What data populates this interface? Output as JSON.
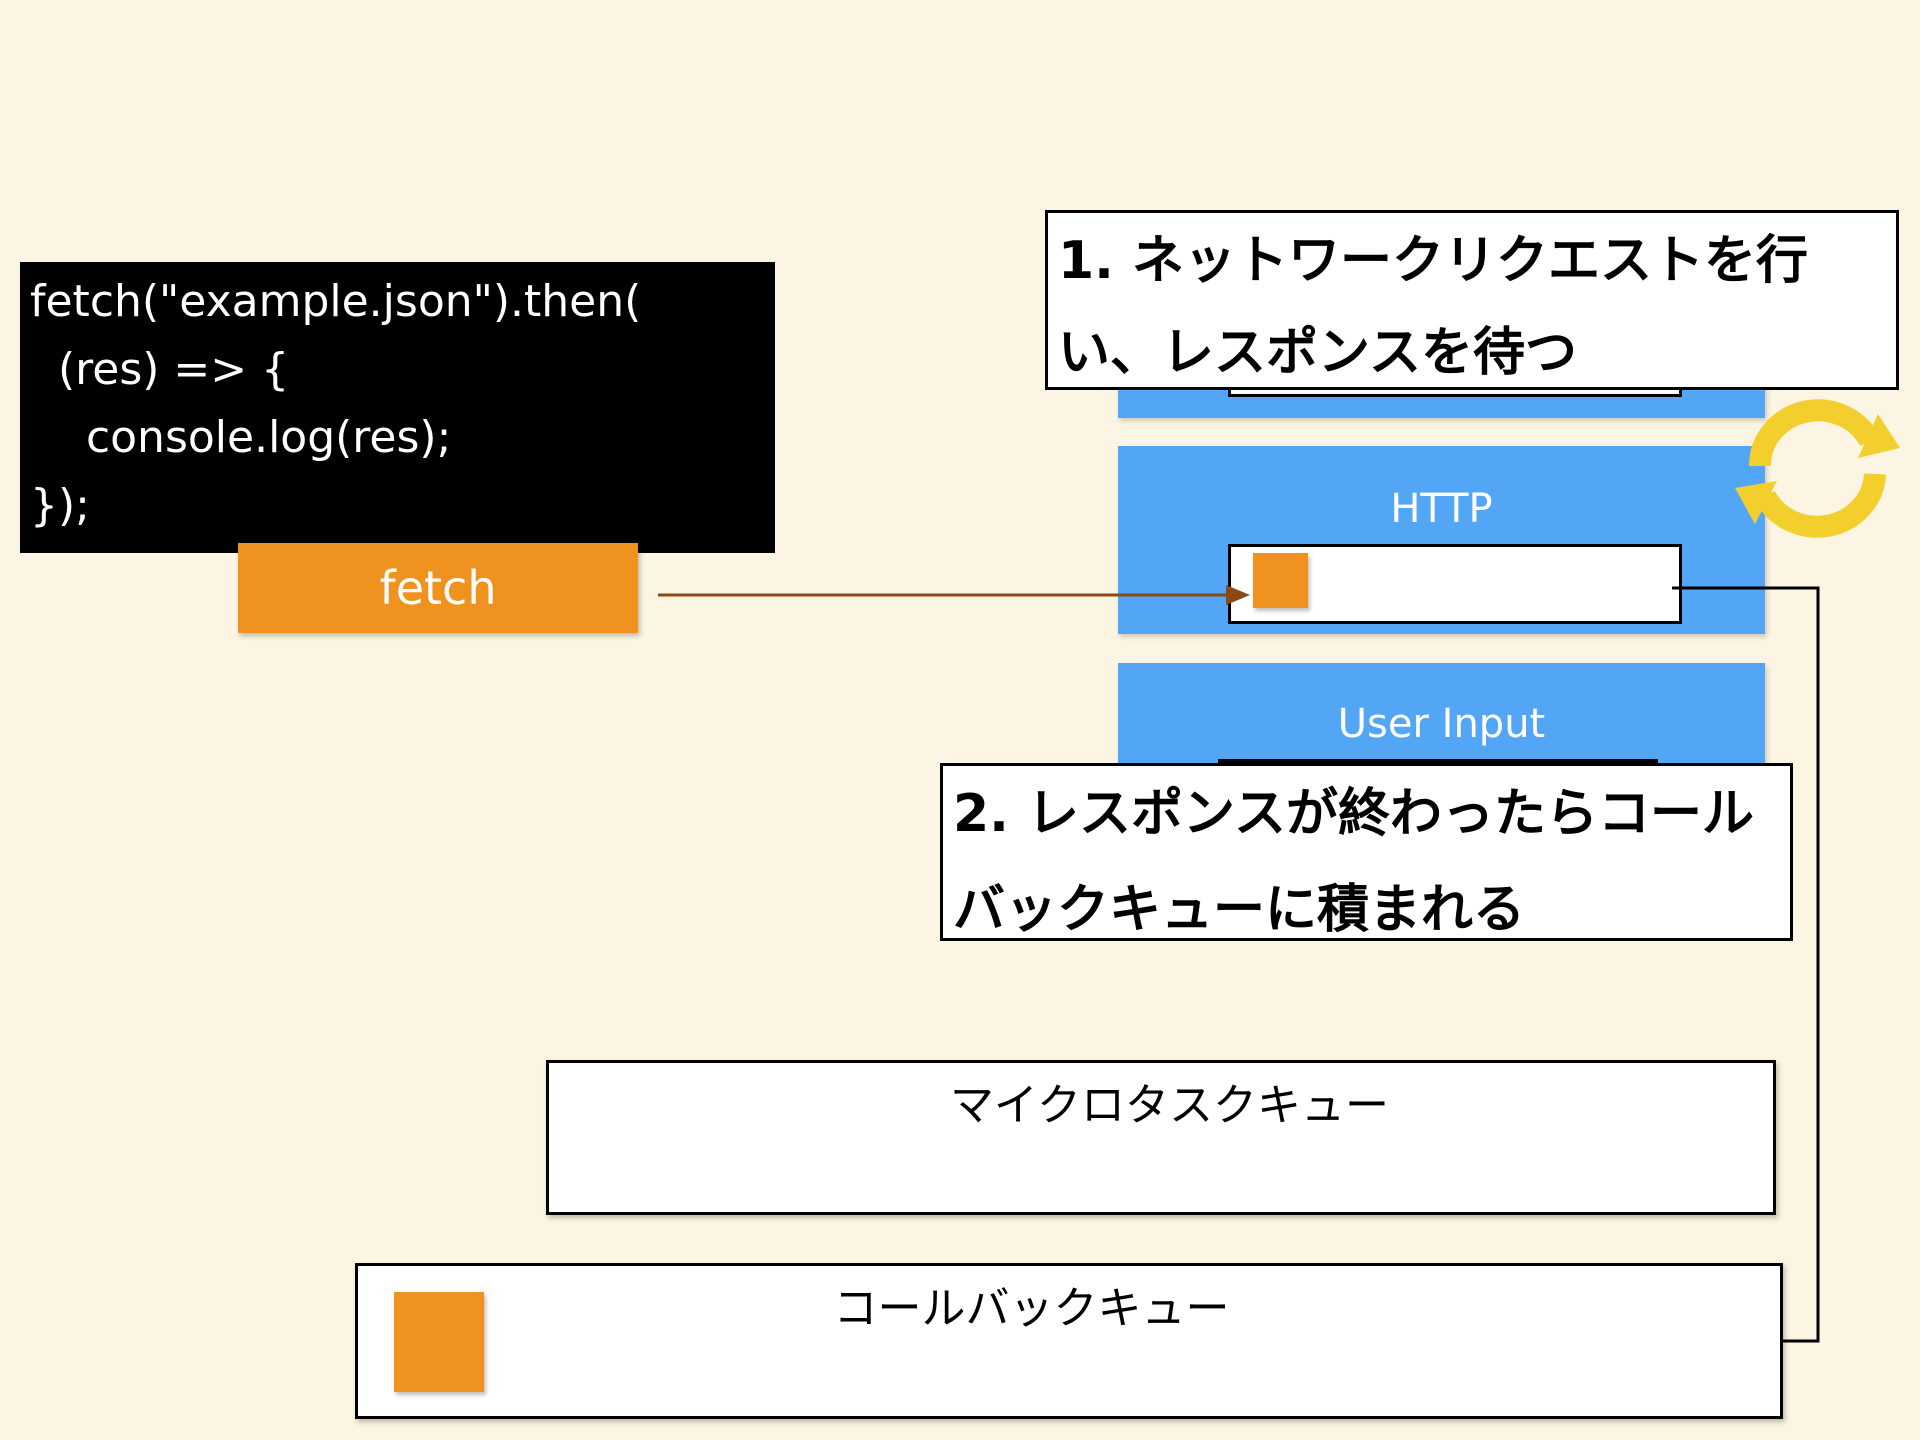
{
  "code": {
    "lines": [
      "fetch(\"example.json\").then(",
      "  (res) => {",
      "    console.log(res);",
      "});"
    ]
  },
  "fetch_button": {
    "label": "fetch"
  },
  "web_apis": {
    "http_label": "HTTP",
    "user_input_label": "User Input"
  },
  "callouts": {
    "first": [
      "1. ネットワークリクエストを行",
      "い、レスポンスを待つ"
    ],
    "second": [
      "2. レスポンスが終わったらコール",
      "バックキューに積まれる"
    ]
  },
  "queues": {
    "microtask_title": "マイクロタスクキュー",
    "callback_title": "コールバックキュー"
  },
  "colors": {
    "background": "#fdf5e3",
    "task_orange": "#f0921f",
    "api_blue": "#53a6f6",
    "loop_yellow": "#f2cf2c",
    "arrow_brown": "#8b4a12"
  },
  "icons": {
    "event_loop": "refresh-cycle-icon"
  }
}
